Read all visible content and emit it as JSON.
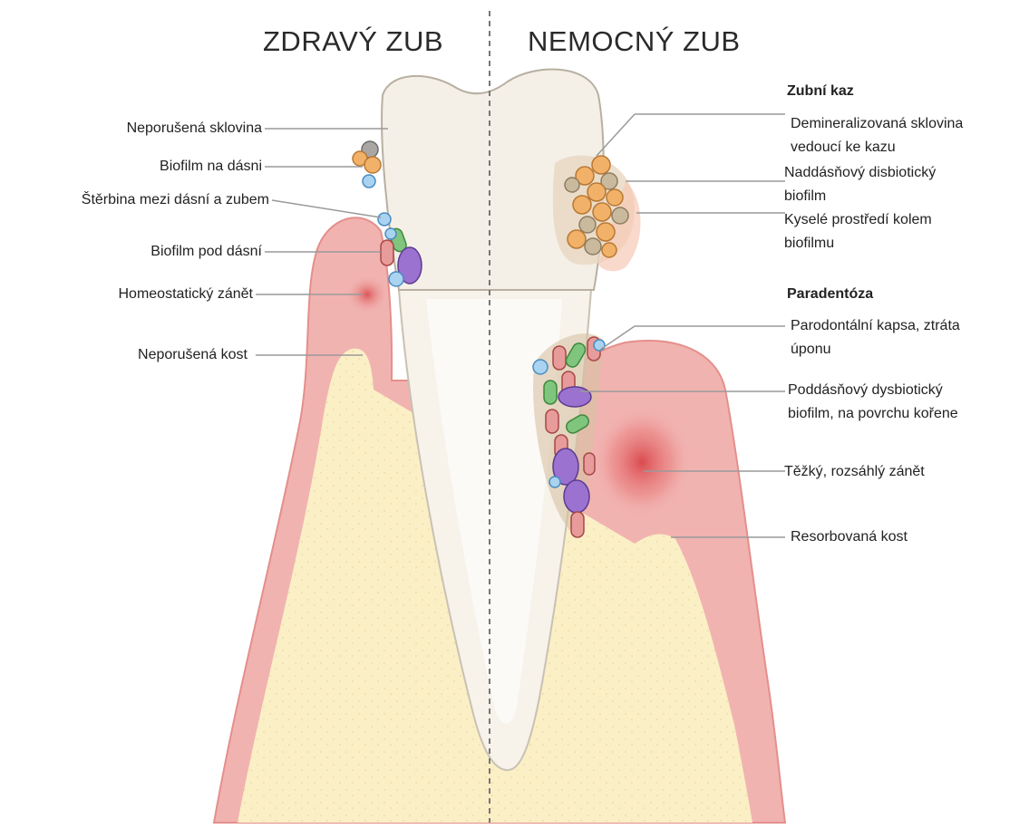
{
  "headers": {
    "healthy": "ZDRAVÝ ZUB",
    "diseased": "NEMOCNÝ ZUB"
  },
  "left_labels": {
    "enamel": "Neporušená sklovina",
    "gum_biofilm": "Biofilm na dásni",
    "gum_gap": "Štěrbina mezi dásní a zubem",
    "subgingival_biofilm": "Biofilm pod dásní",
    "homeostatic_inflammation": "Homeostatický zánět",
    "intact_bone": "Neporušená kost"
  },
  "right_sections": {
    "caries_title": "Zubní kaz",
    "caries_items": [
      [
        "Demineralizovaná sklovina",
        "vedoucí ke kazu"
      ],
      [
        "Naddásňový disbiotický",
        "biofilm"
      ],
      [
        "Kyselé prostředí kolem",
        "biofilmu"
      ]
    ],
    "periodontitis_title": "Paradentóza",
    "periodontitis_items": [
      [
        "Parodontální kapsa, ztráta",
        "úponu"
      ],
      [
        "Poddásňový dysbiotický",
        "biofilm, na povrchu kořene"
      ],
      [
        "Těžký, rozsáhlý zánět"
      ],
      [
        "Resorbovaná kost"
      ]
    ]
  },
  "colors": {
    "gum": "#f1b3b0",
    "gum_edge": "#e48f8c",
    "bone": "#fbefc6",
    "tooth": "#f4f0e8",
    "inflammation": "#d9454a",
    "divider": "#777777"
  }
}
